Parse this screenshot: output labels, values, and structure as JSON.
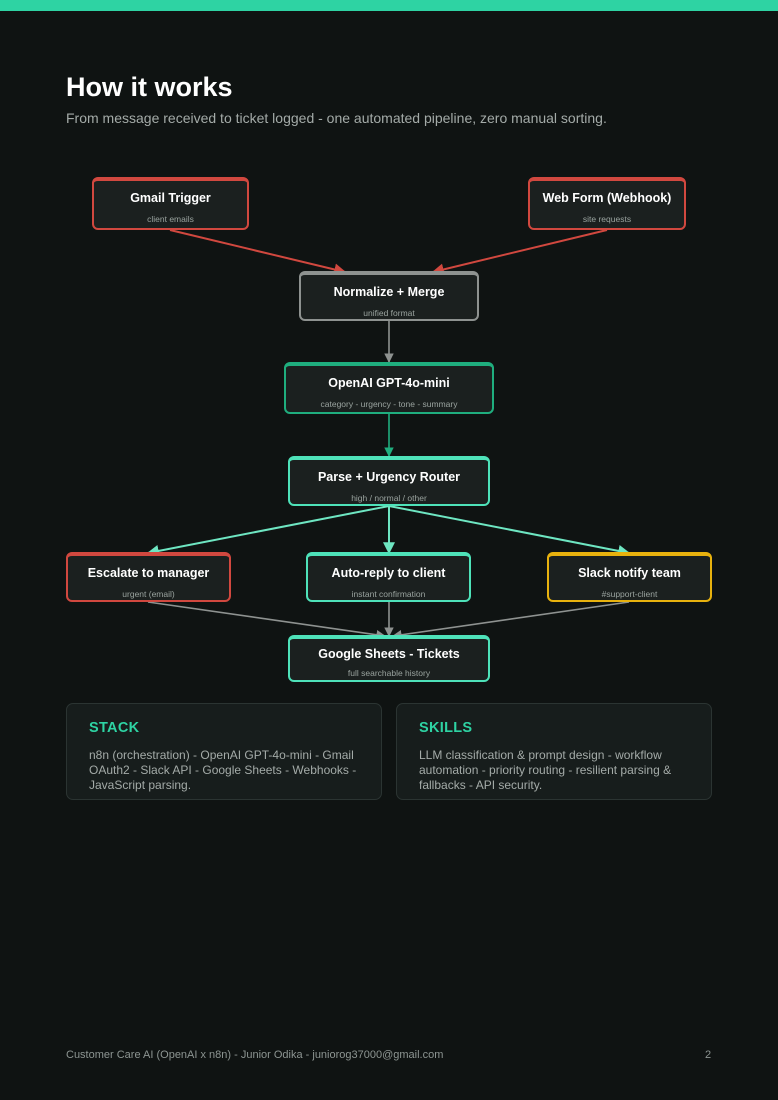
{
  "page": {
    "title": "How it works",
    "subtitle": "From message received to ticket logged - one automated pipeline, zero manual sorting."
  },
  "colors": {
    "accent": "#2ed3a3",
    "red": "#d1483f",
    "gray": "#8e9290",
    "green": "#1fae7e",
    "mint": "#4ee2b9",
    "yellow": "#e8b20e"
  },
  "nodes": [
    {
      "id": "gmail",
      "title": "Gmail Trigger",
      "sub": "client emails"
    },
    {
      "id": "webform",
      "title": "Web Form (Webhook)",
      "sub": "site requests"
    },
    {
      "id": "normalize",
      "title": "Normalize + Merge",
      "sub": "unified format"
    },
    {
      "id": "openai",
      "title": "OpenAI GPT-4o-mini",
      "sub": "category - urgency - tone - summary"
    },
    {
      "id": "router",
      "title": "Parse + Urgency Router",
      "sub": "high / normal / other"
    },
    {
      "id": "escalate",
      "title": "Escalate to manager",
      "sub": "urgent (email)"
    },
    {
      "id": "autoreply",
      "title": "Auto-reply to client",
      "sub": "instant confirmation"
    },
    {
      "id": "slack",
      "title": "Slack notify team",
      "sub": "#support-client"
    },
    {
      "id": "sheets",
      "title": "Google Sheets - Tickets",
      "sub": "full searchable history"
    }
  ],
  "cards": {
    "stack": {
      "title": "STACK",
      "body": "n8n (orchestration) - OpenAI GPT-4o-mini - Gmail OAuth2 - Slack API - Google Sheets - Webhooks - JavaScript parsing."
    },
    "skills": {
      "title": "SKILLS",
      "body": "LLM classification & prompt design - workflow automation - priority routing - resilient parsing & fallbacks - API security."
    }
  },
  "footer": {
    "text": "Customer Care AI (OpenAI x n8n) - Junior Odika - juniorog37000@gmail.com",
    "page_number": "2"
  }
}
